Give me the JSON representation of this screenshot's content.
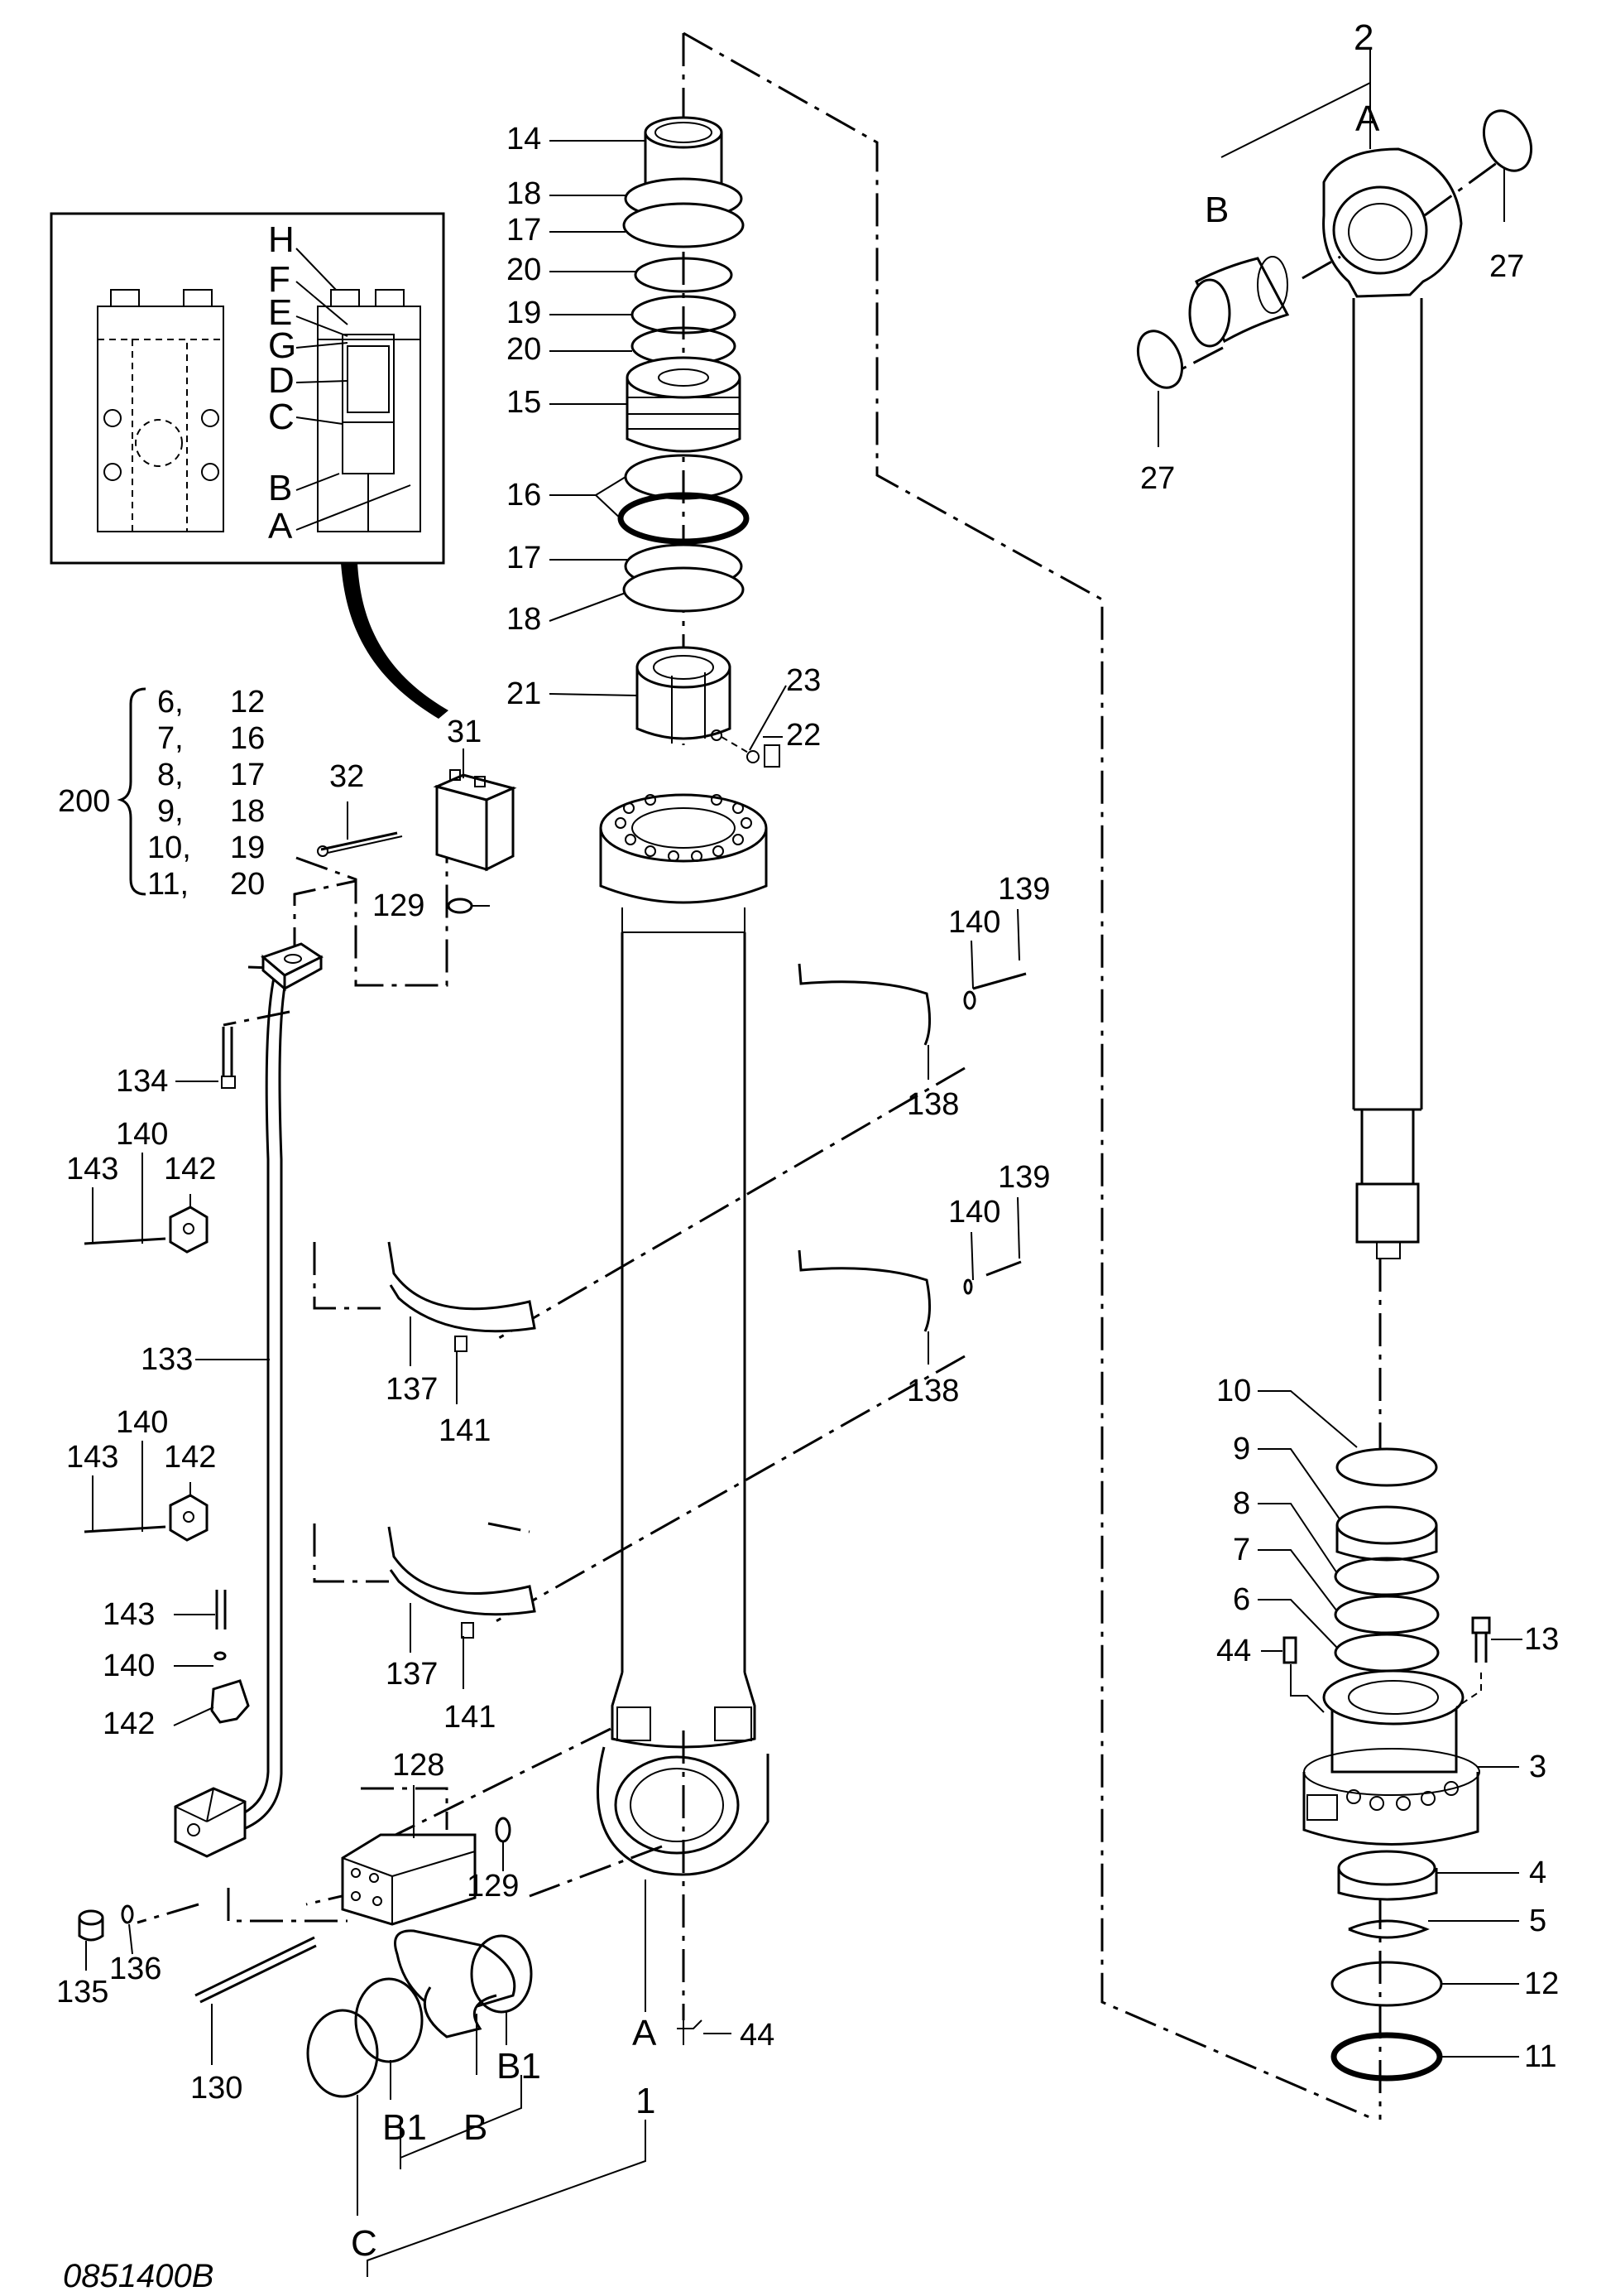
{
  "drawing_code": "0851400B",
  "inset": {
    "letters": [
      "H",
      "F",
      "E",
      "G",
      "D",
      "C",
      "B",
      "A"
    ]
  },
  "kit": {
    "number": "200",
    "rows": [
      [
        "6,",
        "12"
      ],
      [
        "7,",
        "16"
      ],
      [
        "8,",
        "17"
      ],
      [
        "9,",
        "18"
      ],
      [
        "10,",
        "19"
      ],
      [
        "11,",
        "20"
      ]
    ]
  },
  "callouts": {
    "c14": "14",
    "c18a": "18",
    "c17a": "17",
    "c20a": "20",
    "c19": "19",
    "c20b": "20",
    "c15": "15",
    "c16": "16",
    "c17b": "17",
    "c18b": "18",
    "c21": "21",
    "c23": "23",
    "c22": "22",
    "c31": "31",
    "c32": "32",
    "c129a": "129",
    "c139a": "139",
    "c140a": "140",
    "c138a": "138",
    "c134": "134",
    "c140b": "140",
    "c143a": "143",
    "c142a": "142",
    "c139b": "139",
    "c140c": "140",
    "c137a": "137",
    "c141a": "141",
    "c138b": "138",
    "c133": "133",
    "c140d": "140",
    "c143b": "143",
    "c142b": "142",
    "c143c": "143",
    "c140e": "140",
    "c142c": "142",
    "c137b": "137",
    "c141b": "141",
    "c128": "128",
    "c129b": "129",
    "c135": "135",
    "c136": "136",
    "c130": "130",
    "c44a": "44",
    "c2": "2",
    "cA_top": "A",
    "cB_top": "B",
    "c27a": "27",
    "c27b": "27",
    "c10": "10",
    "c9": "9",
    "c8": "8",
    "c7": "7",
    "c6": "6",
    "c44b": "44",
    "c13": "13",
    "c3": "3",
    "c4": "4",
    "c5": "5",
    "c12": "12",
    "c11": "11",
    "cA_bot": "A",
    "c1": "1",
    "cB1a": "B1",
    "cB1b": "B1",
    "cB_bot": "B",
    "cC": "C"
  }
}
